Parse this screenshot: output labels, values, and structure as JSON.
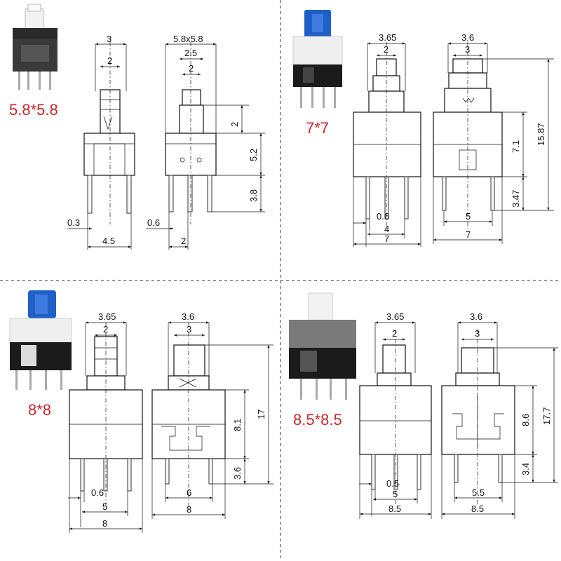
{
  "panels": [
    {
      "id": "p58",
      "caption": "5.8*5.8",
      "dims": [
        "3",
        "2",
        "5.8x5.8",
        "2.5",
        "2",
        "2",
        "5.2",
        "3.8",
        "0.3",
        "4.5",
        "0.6",
        "2"
      ]
    },
    {
      "id": "p7",
      "caption": "7*7",
      "dims": [
        "3.65",
        "2",
        "3.6",
        "3",
        "15.87",
        "7.1",
        "3.47",
        "0.6",
        "4",
        "7",
        "5",
        "7"
      ]
    },
    {
      "id": "p8",
      "caption": "8*8",
      "dims": [
        "3.65",
        "2",
        "3.6",
        "3",
        "17",
        "8.1",
        "3.6",
        "0.6",
        "5",
        "8",
        "6",
        "8"
      ]
    },
    {
      "id": "p85",
      "caption": "8.5*8.5",
      "dims": [
        "3.65",
        "2",
        "3.6",
        "3",
        "17.7",
        "8.6",
        "3.4",
        "0.5",
        "5",
        "8.5",
        "5.5",
        "8.5"
      ]
    }
  ],
  "colors": {
    "caption": "#c8262c",
    "blue_cap": "#1f5fc8",
    "white_cap": "#f2f2f2",
    "grey_body": "#7a7a7a",
    "dark_body": "#1b1b1b"
  }
}
